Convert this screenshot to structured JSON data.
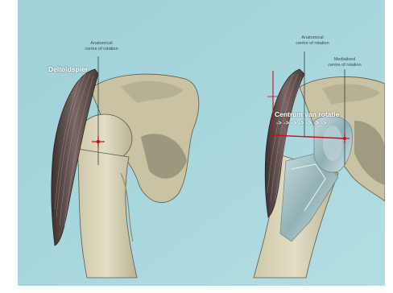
{
  "labels": {
    "left_muscle": "Deltoidspier",
    "left_anatomical": "Anatomical\ncentre of rotation",
    "right_anatomical": "Anatomical\ncentre of rotation",
    "right_medialised": "Medialised\ncentre of rotation",
    "right_rotation_label": "Centrum van rotatie",
    "right_arrows": "-> -> -> -> -> -> ->"
  },
  "colors": {
    "background": "#a6d5dc",
    "bone": "#d6d1b4",
    "bone_shadow": "#6b6a55",
    "muscle": "#5e4b48",
    "marker_red": "#c4121e",
    "implant": "#a8c2c7"
  }
}
